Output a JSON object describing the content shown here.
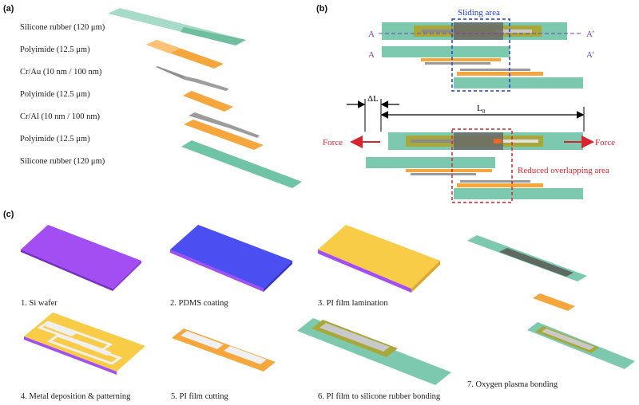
{
  "panel_a": {
    "tag": "(a)",
    "layers": [
      "Silicone rubber (120 μm)",
      "Polyimide (12.5 μm)",
      "Cr/Au (10 nm / 100 nm)",
      "Polyimide (12.5 μm)",
      "Cr/Al (10 nm / 100 nm)",
      "Polyimide (12.5 μm)",
      "Silicone rubber (120 μm)"
    ]
  },
  "panel_b": {
    "tag": "(b)",
    "sliding_area": "Sliding area",
    "section_a": "A",
    "section_a_prime": "A’",
    "delta_l": "ΔL",
    "l0": "L",
    "l0_sub": "0",
    "force": "Force",
    "reduced_overlap": "Reduced overlapping area"
  },
  "panel_c": {
    "tag": "(c)",
    "steps": [
      "1. Si wafer",
      "2. PDMS coating",
      "3. PI film lamination",
      "4. Metal deposition & patterning",
      "5. PI film cutting",
      "6. PI film to silicone rubber bonding",
      "7. Oxygen plasma bonding"
    ]
  },
  "colors": {
    "silicone": "#7cc9b0",
    "polyimide": "#f5a63c",
    "metal": "#9a9a9a",
    "si_wafer": "#a24ef2",
    "pdms": "#4b4ef0",
    "pi_film": "#f9cc48",
    "sliding_box": "#1f3fd1",
    "overlap_box": "#d9232d",
    "force_arrow": "#d9232d",
    "section_line": "#7a3fb0"
  }
}
